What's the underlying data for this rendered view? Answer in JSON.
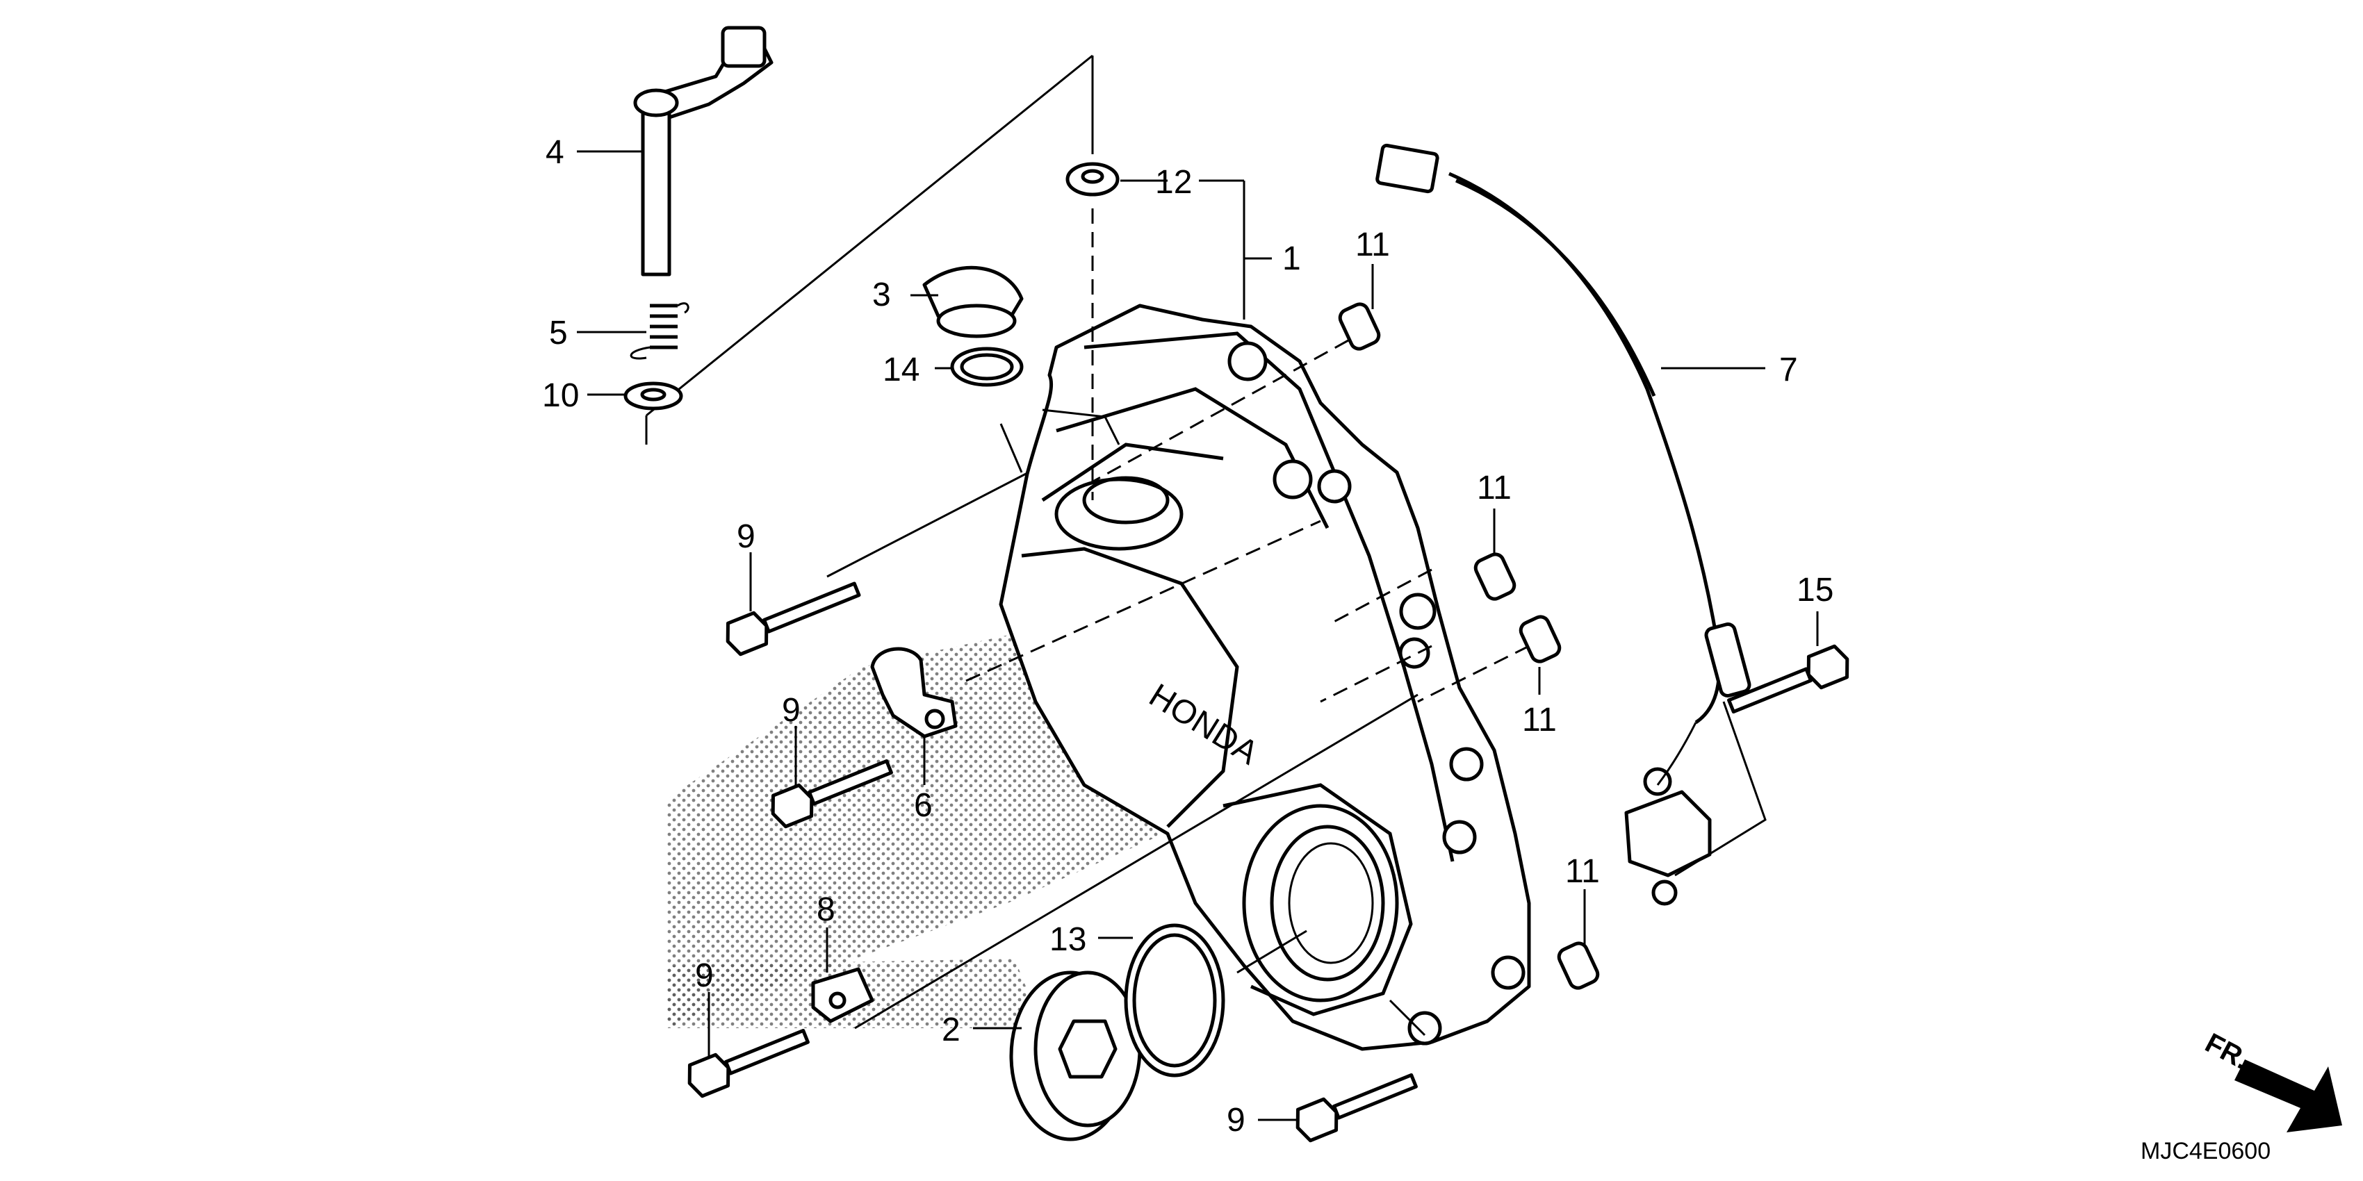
{
  "callouts": {
    "c1": "1",
    "c2": "2",
    "c3": "3",
    "c4": "4",
    "c5": "5",
    "c6": "6",
    "c7": "7",
    "c8": "8",
    "c9a": "9",
    "c9b": "9",
    "c9c": "9",
    "c9d": "9",
    "c10": "10",
    "c11a": "11",
    "c11b": "11",
    "c11c": "11",
    "c11d": "11",
    "c12": "12",
    "c13": "13",
    "c14": "14",
    "c15": "15"
  },
  "cover_brand": "HONDA",
  "direction": "FR.",
  "diagram_code": "MJC4E0600"
}
